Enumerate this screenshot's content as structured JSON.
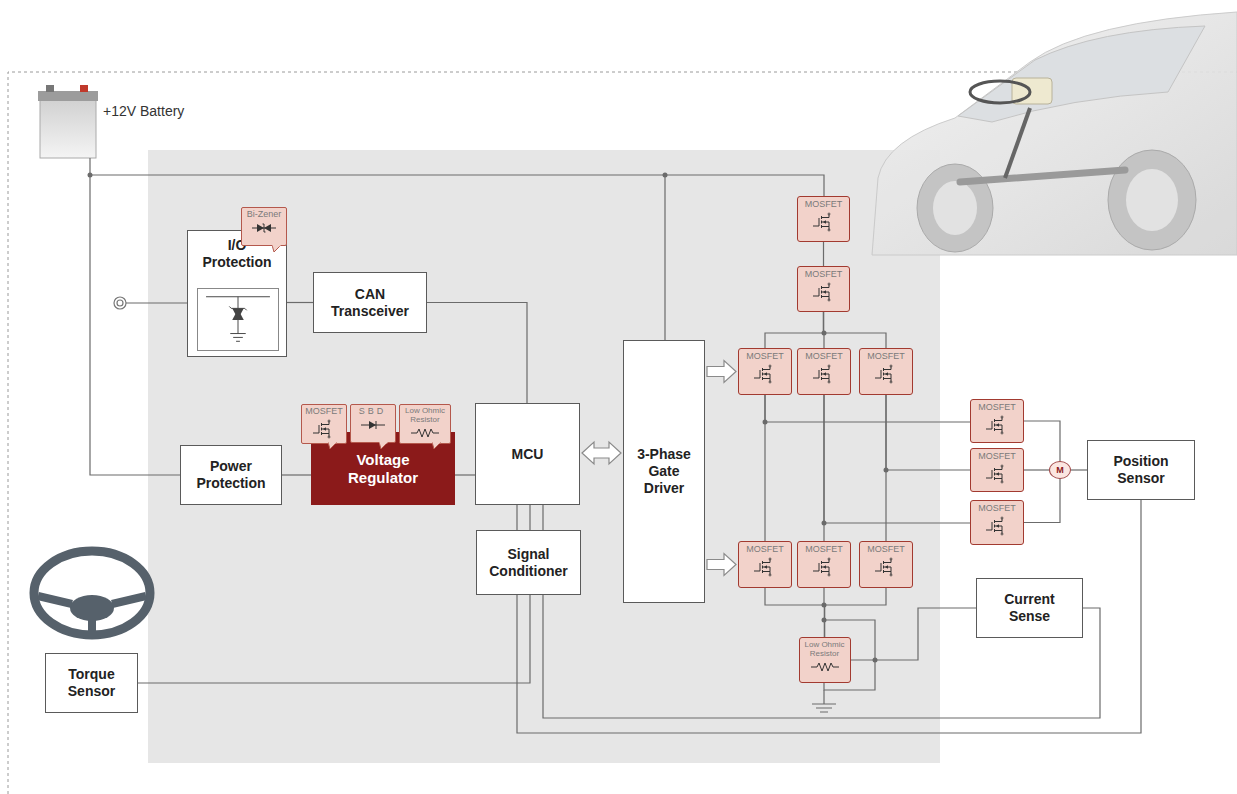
{
  "diagram": {
    "nodes": [
      {
        "text": [
          "I/O Protection"
        ]
      },
      {
        "text": [
          "Bi-Zener"
        ]
      },
      {
        "text": [
          "CAN Transceiver"
        ]
      },
      {
        "text": [
          "Power Protection"
        ]
      },
      {
        "text": [
          "MOSFET"
        ]
      },
      {
        "text": [
          "SBD"
        ]
      },
      {
        "text": [
          "Low Ohmic Resistor"
        ]
      },
      {
        "text": [
          "Voltage Regulator"
        ]
      },
      {
        "text": [
          "MCU"
        ]
      },
      {
        "text": [
          "Signal Conditioner"
        ]
      },
      {
        "text": [
          "3-Phase Gate Driver"
        ]
      },
      {
        "text": [
          "MOSFET"
        ]
      },
      {
        "text": [
          "MOSFET"
        ]
      },
      {
        "text": [
          "MOSFET"
        ]
      },
      {
        "text": [
          "MOSFET"
        ]
      },
      {
        "text": [
          "MOSFET"
        ]
      },
      {
        "text": [
          "MOSFET"
        ]
      },
      {
        "text": [
          "MOSFET"
        ]
      },
      {
        "text": [
          "MOSFET"
        ]
      },
      {
        "text": [
          "Low Ohmic Resistor"
        ]
      },
      {
        "text": [
          "MOSFET"
        ]
      },
      {
        "text": [
          "MOSFET"
        ]
      },
      {
        "text": [
          "MOSFET"
        ]
      },
      {
        "text": [
          "M"
        ]
      },
      {
        "text": [
          "Position Sensor"
        ]
      },
      {
        "text": [
          "Current Sense"
        ]
      },
      {
        "text": [
          "Torque Sensor"
        ]
      }
    ],
    "edges": [
      {
        "from": 0,
        "to": 2,
        "arrow": "none"
      },
      {
        "from": 2,
        "to": 8,
        "arrow": "none"
      },
      {
        "from": 3,
        "to": 7,
        "arrow": "none"
      },
      {
        "from": 7,
        "to": 8,
        "arrow": "none"
      },
      {
        "from": 8,
        "to": 10,
        "arrow": "both"
      },
      {
        "from": 10,
        "to": 13,
        "arrow": "to"
      },
      {
        "from": 10,
        "to": 16,
        "arrow": "to"
      },
      {
        "from": 11,
        "to": 12,
        "arrow": "none"
      },
      {
        "from": 12,
        "to": 13,
        "arrow": "none"
      },
      {
        "from": 12,
        "to": 14,
        "arrow": "none"
      },
      {
        "from": 12,
        "to": 15,
        "arrow": "none"
      },
      {
        "from": 13,
        "to": 16,
        "arrow": "none"
      },
      {
        "from": 14,
        "to": 17,
        "arrow": "none"
      },
      {
        "from": 15,
        "to": 18,
        "arrow": "none"
      },
      {
        "from": 16,
        "to": 19,
        "arrow": "none"
      },
      {
        "from": 17,
        "to": 19,
        "arrow": "none"
      },
      {
        "from": 18,
        "to": 19,
        "arrow": "none"
      },
      {
        "from": 13,
        "to": 20,
        "arrow": "none"
      },
      {
        "from": 15,
        "to": 21,
        "arrow": "none"
      },
      {
        "from": 14,
        "to": 22,
        "arrow": "none"
      },
      {
        "from": 20,
        "to": 23,
        "arrow": "none"
      },
      {
        "from": 21,
        "to": 23,
        "arrow": "none"
      },
      {
        "from": 22,
        "to": 23,
        "arrow": "none"
      },
      {
        "from": 23,
        "to": 24,
        "arrow": "none"
      },
      {
        "from": 19,
        "to": 25,
        "arrow": "none"
      },
      {
        "from": 26,
        "to": 9,
        "arrow": "none"
      },
      {
        "from": 25,
        "to": 9,
        "arrow": "none"
      },
      {
        "from": 24,
        "to": 9,
        "arrow": "none"
      },
      {
        "from": 9,
        "to": 8,
        "arrow": "none"
      }
    ],
    "labels": [
      "+12V Battery"
    ]
  }
}
